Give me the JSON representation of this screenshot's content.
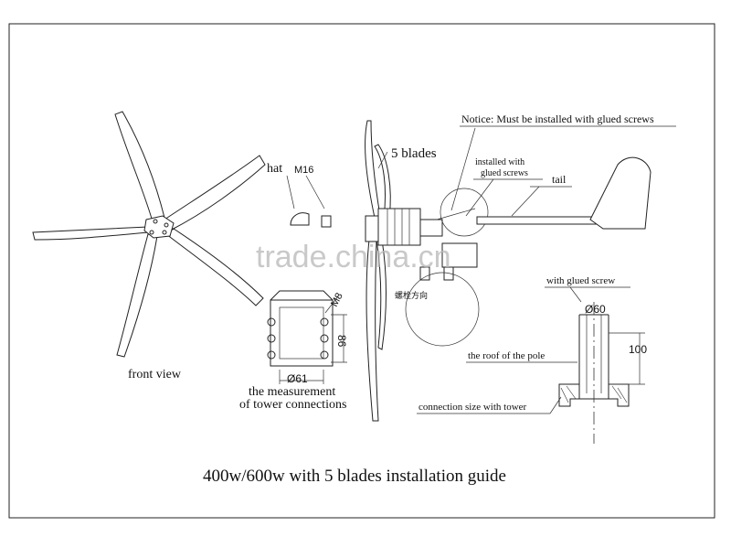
{
  "labels": {
    "notice": "Notice: Must be installed with glued screws",
    "five_blades": "5 blades",
    "hat": "hat",
    "m16": "M16",
    "installed_line1": "installed with",
    "installed_line2": "glued screws",
    "tail": "tail",
    "front_view": "front view",
    "m8": "M8",
    "dim_86": "86",
    "dim_61": "Ø61",
    "measurement_line1": "the measurement",
    "measurement_line2": "of tower connections",
    "bolt_direction": "螺栓方向",
    "with_glued_screw": "with glued screw",
    "dim_60": "Ø60",
    "roof_of_pole": "the roof of the pole",
    "dim_100": "100",
    "connection_size": "connection size with tower",
    "guide_title": "400w/600w with 5 blades installation guide",
    "watermark": "trade.china.cn"
  },
  "colors": {
    "line": "#222222",
    "watermark": "#b8b8b8",
    "background": "#ffffff"
  }
}
